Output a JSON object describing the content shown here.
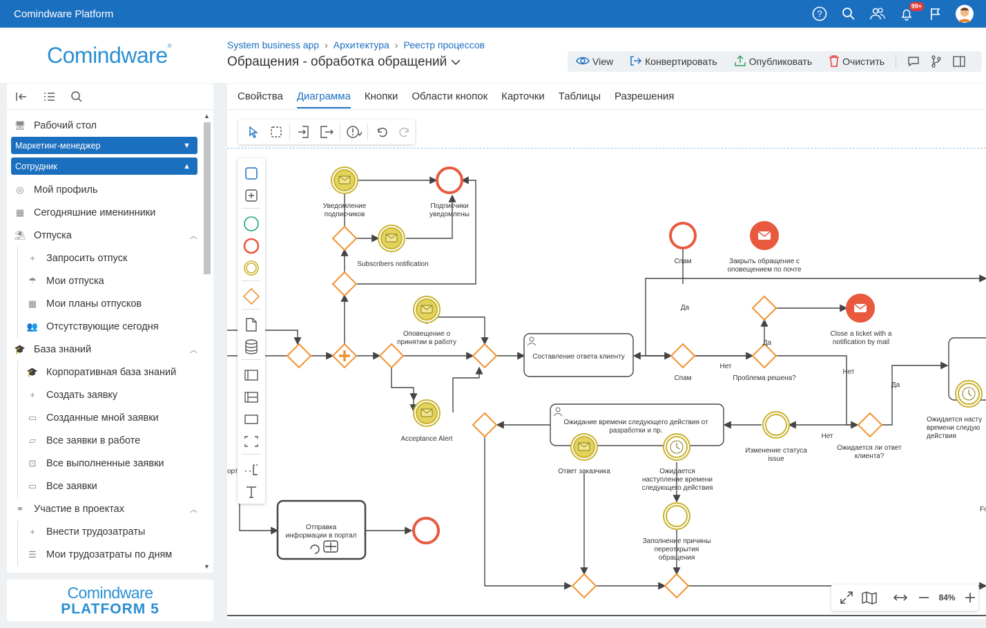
{
  "app": {
    "title": "Comindware Platform",
    "notifications_badge": "99+"
  },
  "logo": {
    "text": "Comindware"
  },
  "breadcrumb": [
    "System business app",
    "Архитектура",
    "Реестр процессов"
  ],
  "page": {
    "title": "Обращения - обработка обращений"
  },
  "toolbar": {
    "view": "View",
    "convert": "Конвертировать",
    "publish": "Опубликовать",
    "clear": "Очистить"
  },
  "sidebar": {
    "desktop": "Рабочий стол",
    "role1": "Маркетинг-менеджер",
    "role2": "Сотрудник",
    "items": [
      {
        "label": "Мой профиль",
        "icon": "user-icon",
        "child": false
      },
      {
        "label": "Сегодняшние именинники",
        "icon": "calendar-icon",
        "child": false
      },
      {
        "label": "Отпуска",
        "icon": "beach-icon",
        "child": false,
        "group": true
      },
      {
        "label": "Запросить отпуск",
        "icon": "plus-icon",
        "child": true
      },
      {
        "label": "Мои отпуска",
        "icon": "umbrella-icon",
        "child": true
      },
      {
        "label": "Мои планы отпусков",
        "icon": "calendar-icon",
        "child": true
      },
      {
        "label": "Отсутствующие сегодня",
        "icon": "users-icon",
        "child": true
      },
      {
        "label": "База знаний",
        "icon": "graduation-icon",
        "child": false,
        "group": true
      },
      {
        "label": "Корпоративная база знаний",
        "icon": "graduation-icon",
        "child": true
      },
      {
        "label": "Создать заявку",
        "icon": "plus-icon",
        "child": true
      },
      {
        "label": "Созданные мной заявки",
        "icon": "folder-icon",
        "child": true
      },
      {
        "label": "Все заявки в работе",
        "icon": "folder-open-icon",
        "child": true
      },
      {
        "label": "Все выполненные заявки",
        "icon": "archive-icon",
        "child": true
      },
      {
        "label": "Все заявки",
        "icon": "folder-icon",
        "child": true
      },
      {
        "label": "Участие в проектах",
        "icon": "network-icon",
        "child": false,
        "group": true
      },
      {
        "label": "Внести трудозатраты",
        "icon": "plus-icon",
        "child": true
      },
      {
        "label": "Мои трудозатраты по дням",
        "icon": "list-icon",
        "child": true
      }
    ]
  },
  "platform_box": {
    "line1": "Comindware",
    "line2": "PLATFORM 5"
  },
  "tabs": [
    "Свойства",
    "Диаграмма",
    "Кнопки",
    "Области кнопок",
    "Карточки",
    "Таблицы",
    "Разрешения"
  ],
  "active_tab": "Диаграмма",
  "zoom": {
    "value": "84%"
  },
  "diagram": {
    "labels": {
      "notify_subs": [
        "Уведомление",
        "подписчиков"
      ],
      "subs_notified": [
        "Подписчики",
        "уведомлены"
      ],
      "subscribers_notification": "Subscribers notification",
      "accept_notice": [
        "Оповещение о",
        "принятии в работу"
      ],
      "acceptance_alert": "Acceptance Alert",
      "compose_reply": "Составление ответа клиенту",
      "spam_end": "Спам",
      "spam_gw": "Спам",
      "yes1": "Да",
      "yes2": "Да",
      "yes3": "Да",
      "no1": "Нет",
      "no2": "Нет",
      "no3": "Нет",
      "close_email": [
        "Закрыть обращение с",
        "оповещением по почте"
      ],
      "close_ticket": [
        "Close a ticket with a",
        "notification by mail"
      ],
      "problem_solved": "Проблема решена?",
      "wait_next": [
        "Ожидание времени следующего действия от",
        "разработки и пр."
      ],
      "customer_reply": "Ответ заказчика",
      "wait_time": [
        "Ожидается",
        "наступление времени",
        "следующего действия"
      ],
      "status_change": [
        "Изменение статуса",
        "issue"
      ],
      "awaiting_reply": [
        "Ожидается ли ответ",
        "клиента?"
      ],
      "waiting_right": [
        "Ожидается насту",
        "времени следую",
        "действия"
      ],
      "reopen_reason": [
        "Заполнение причины",
        "переоткрытия",
        "обращения"
      ],
      "send_portal": [
        "Отправка",
        "информации в портал"
      ],
      "partial_left": "орт",
      "partial_right": "Fo"
    }
  }
}
